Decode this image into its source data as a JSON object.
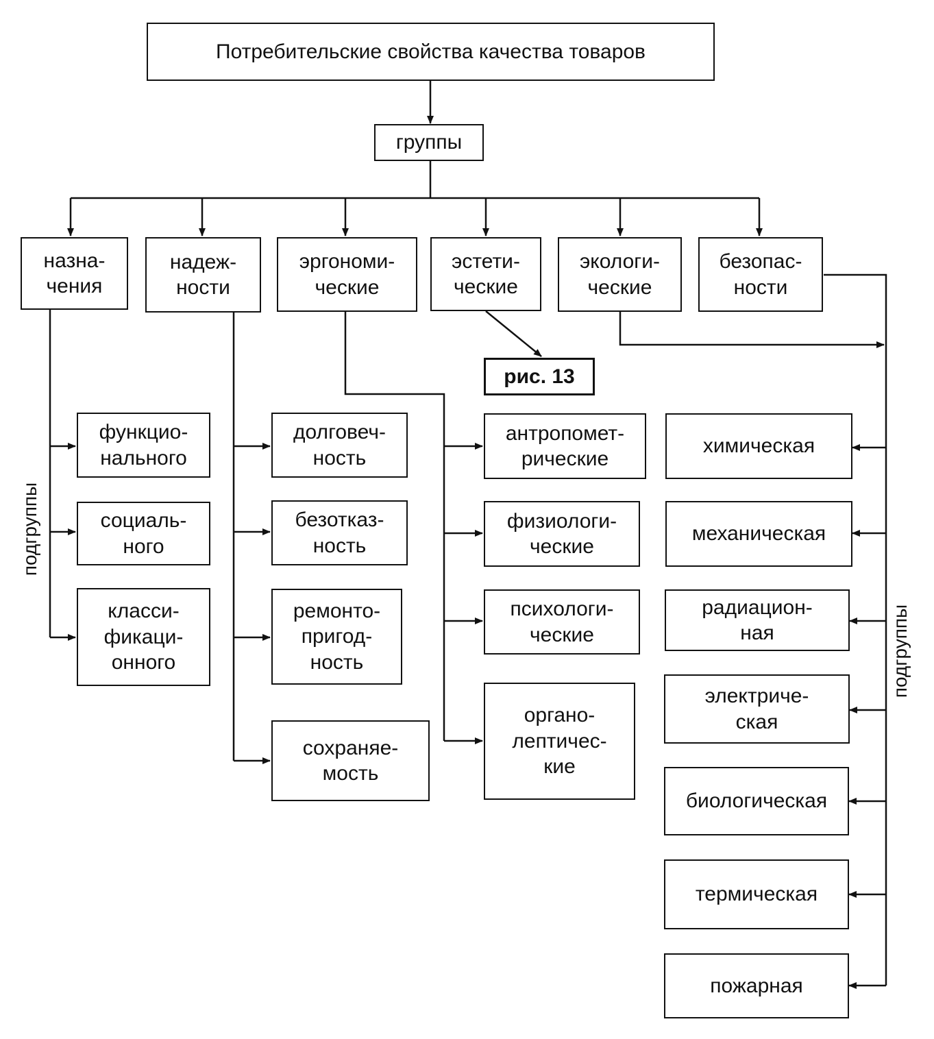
{
  "diagram": {
    "title": "Потребительские свойства качества товаров",
    "groups_label": "группы",
    "subgroups_label_left": "подгруппы",
    "subgroups_label_right": "подгруппы",
    "figure_ref": "рис. 13",
    "groups": [
      {
        "label": "назна-\nчения",
        "subgroups": [
          "функцио-\nнального",
          "социаль-\nного",
          "класси-\nфикаци-\nонного"
        ]
      },
      {
        "label": "надеж-\nности",
        "subgroups": [
          "долговеч-\nность",
          "безотказ-\nность",
          "ремонто-\nпригод-\nность",
          "сохраняе-\nмость"
        ]
      },
      {
        "label": "эргономи-\nческие",
        "subgroups": [
          "антропомет-\nрические",
          "физиологи-\nческие",
          "психологи-\nческие",
          "органо-\nлептичес-\nкие"
        ]
      },
      {
        "label": "эстети-\nческие",
        "subgroups": []
      },
      {
        "label": "экологи-\nческие",
        "subgroups": []
      },
      {
        "label": "безопас-\nности",
        "subgroups": [
          "химическая",
          "механическая",
          "радиацион-\nная",
          "электриче-\nская",
          "биологическая",
          "термическая",
          "пожарная"
        ]
      }
    ]
  }
}
